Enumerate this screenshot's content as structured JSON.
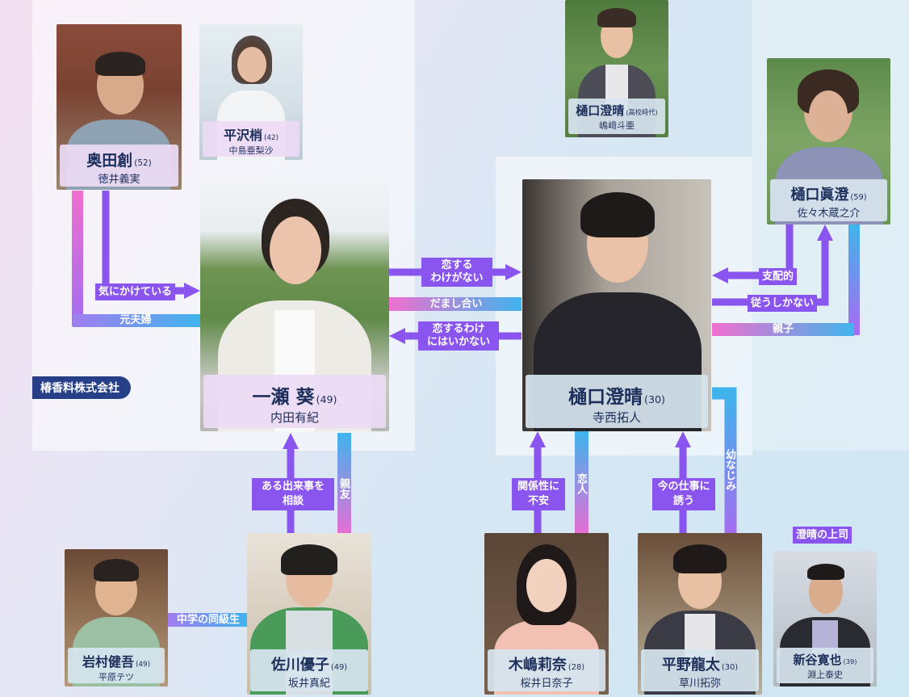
{
  "company": "椿香料株式会社",
  "characters": {
    "okuda": {
      "name": "奥田創",
      "age": "(52)",
      "actor": "徳井義実"
    },
    "hirasawa": {
      "name": "平沢梢",
      "age": "(42)",
      "actor": "中島亜梨沙"
    },
    "ichinose": {
      "name": "一瀬 葵",
      "age": "(49)",
      "actor": "内田有紀"
    },
    "sumiharu": {
      "name": "樋口澄晴",
      "age": "(30)",
      "actor": "寺西拓人"
    },
    "sumiharu_young": {
      "name": "樋口澄晴",
      "age": "(高校時代)",
      "actor": "嶋﨑斗亜"
    },
    "masumi": {
      "name": "樋口眞澄",
      "age": "(59)",
      "actor": "佐々木蔵之介"
    },
    "iwamura": {
      "name": "岩村健吾",
      "age": "(49)",
      "actor": "平原テツ"
    },
    "sagawa": {
      "name": "佐川優子",
      "age": "(49)",
      "actor": "坂井真紀"
    },
    "kijima": {
      "name": "木嶋莉奈",
      "age": "(28)",
      "actor": "桜井日奈子"
    },
    "hirano": {
      "name": "平野龍太",
      "age": "(30)",
      "actor": "草川拓弥"
    },
    "shintani": {
      "name": "新谷寛也",
      "age": "(39)",
      "actor": "淵上泰史"
    }
  },
  "relations": {
    "kinikaketeiru": "気にかけている",
    "motofuufu": "元夫婦",
    "koisuru_l1": "恋する",
    "koisuru_l2": "わけがない",
    "damashiai": "だまし合い",
    "koisuruwake_l1": "恋するわけ",
    "koisuruwake_l2": "にはいかない",
    "shihaiteki": "支配的",
    "shitagaushikanai": "従うしかない",
    "oyako": "親子",
    "dekigoto_l1": "ある出来事を",
    "dekigoto_l2": "相談",
    "shinyu": "親友",
    "kankei_l1": "関係性に",
    "kankei_l2": "不安",
    "koibito": "恋人",
    "shigoto_l1": "今の仕事に",
    "shigoto_l2": "誘う",
    "osananajimi": "幼なじみ",
    "jyoushi": "澄晴の上司",
    "doukyuusei": "中学の同級生"
  }
}
